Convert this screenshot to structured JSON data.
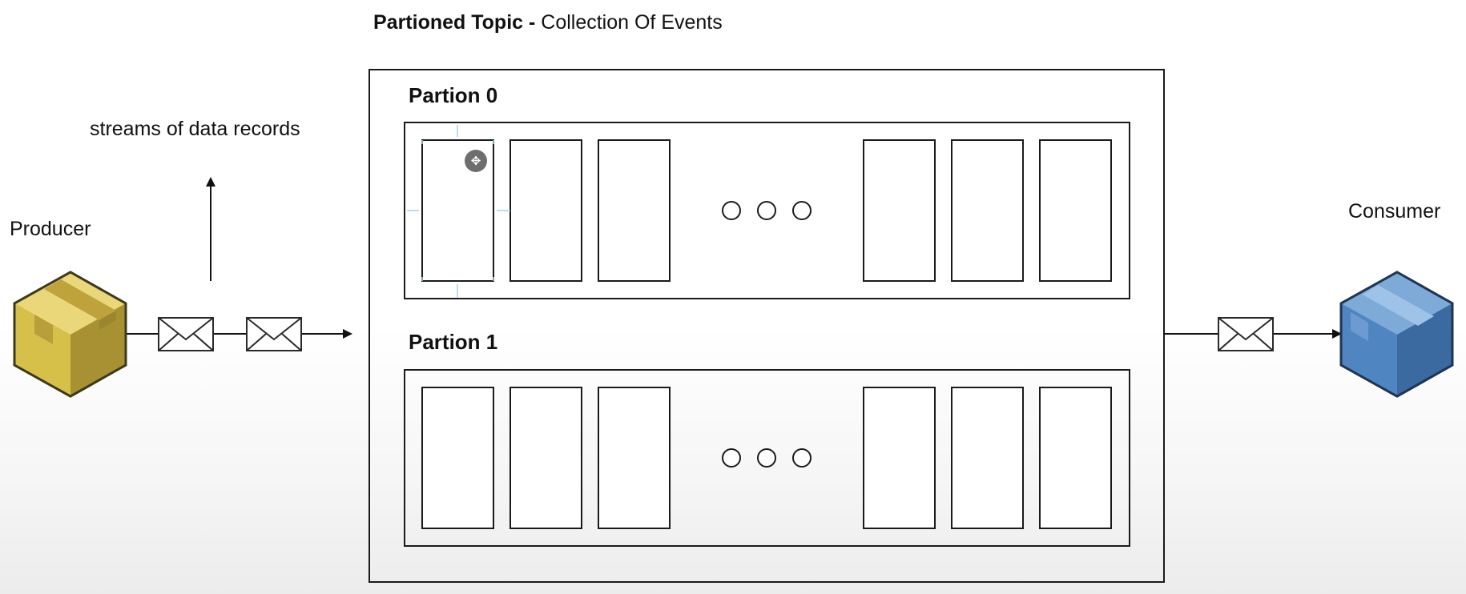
{
  "diagram": {
    "title_bold": "Partioned Topic - ",
    "title_rest": "Collection Of Events",
    "streams_label": "streams of data records",
    "producer_label": "Producer",
    "consumer_label": "Consumer",
    "partitions": [
      {
        "label": "Partion 0"
      },
      {
        "label": "Partion 1"
      }
    ],
    "cursor_glyph": "✥",
    "colors": {
      "producer_box": "#d6c04a",
      "consumer_box": "#4f86c1",
      "stroke": "#1a1a1a",
      "selection_handle": "#a9d2e3"
    }
  }
}
